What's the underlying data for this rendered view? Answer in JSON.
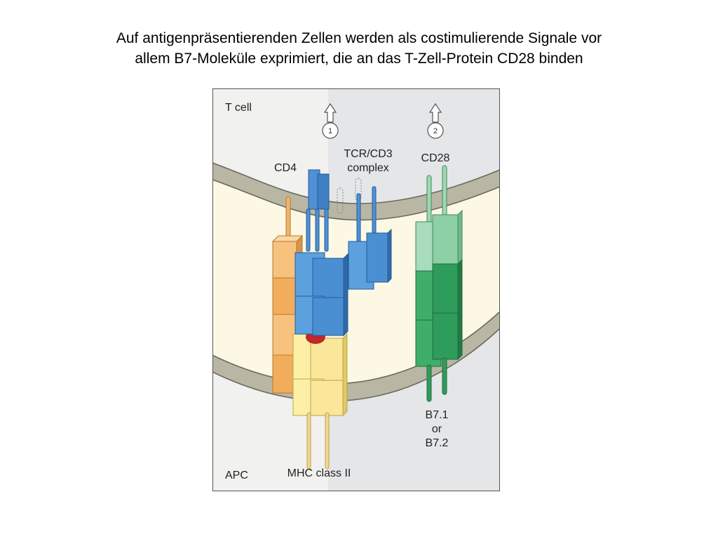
{
  "slide": {
    "title_line1": "Auf antigenpräsentierenden Zellen werden als costimulierende Signale vor",
    "title_line2": "allem B7-Moleküle exprimiert, die an das T-Zell-Protein CD28 binden"
  },
  "diagram": {
    "t_cell_label": "T cell",
    "apc_label": "APC",
    "cd4_label": "CD4",
    "tcr_label_line1": "TCR/CD3",
    "tcr_label_line2": "complex",
    "cd28_label": "CD28",
    "mhc_label": "MHC class II",
    "b7_line1": "B7.1",
    "b7_line2": "or",
    "b7_line3": "B7.2",
    "signal_1": "1",
    "signal_2": "2"
  }
}
